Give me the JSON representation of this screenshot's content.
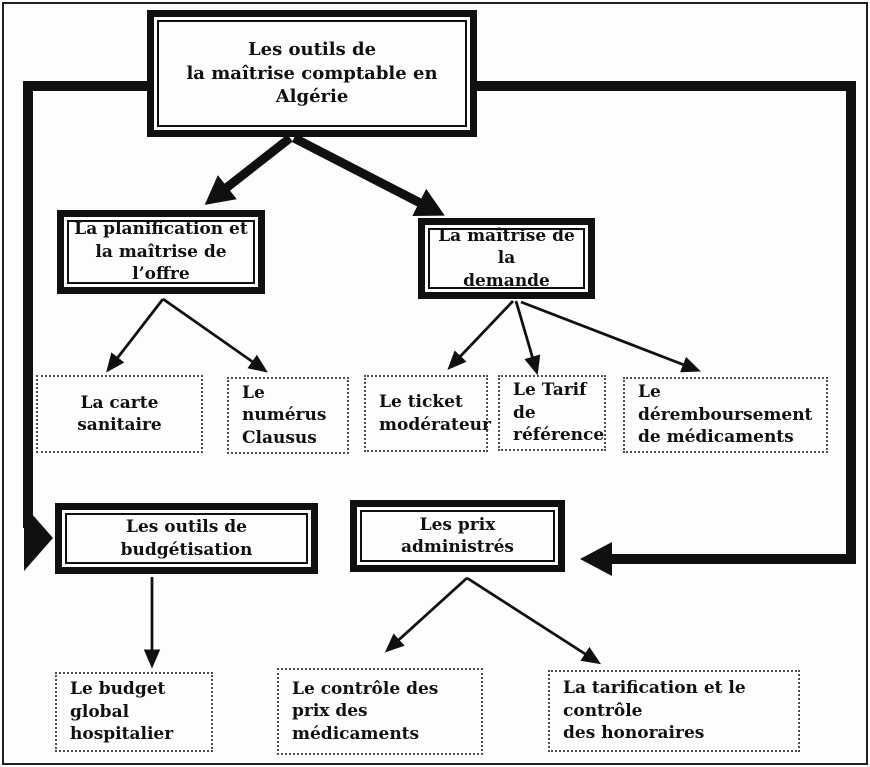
{
  "diagram": {
    "nodes": {
      "root": {
        "label": "Les outils de\nla maîtrise comptable en Algérie"
      },
      "planification": {
        "label": "La planification et\nla maîtrise de l’offre"
      },
      "demande": {
        "label": "La maîtrise de la\ndemande"
      },
      "carte": {
        "label": "La carte sanitaire"
      },
      "numerus": {
        "label": "Le numérus\nClausus"
      },
      "ticket": {
        "label": "Le ticket\nmodérateur"
      },
      "tarif": {
        "label": "Le Tarif de\nréférence"
      },
      "deremboursement": {
        "label": "Le déremboursement\nde médicaments"
      },
      "budgetisation": {
        "label": "Les outils de budgétisation"
      },
      "prix": {
        "label": "Les prix administrés"
      },
      "budget_global": {
        "label": "Le budget\nglobal\nhospitalier"
      },
      "controle_prix": {
        "label": "Le contrôle des\nprix des médicaments"
      },
      "tarification": {
        "label": "La tarification et le contrôle\ndes honoraires"
      }
    },
    "edges": [
      {
        "from": "root",
        "to": "planification",
        "style": "thick"
      },
      {
        "from": "root",
        "to": "demande",
        "style": "thick"
      },
      {
        "from": "root",
        "to": "budgetisation",
        "style": "thick-routed-left"
      },
      {
        "from": "root",
        "to": "prix",
        "style": "thick-routed-right"
      },
      {
        "from": "planification",
        "to": "carte",
        "style": "thin"
      },
      {
        "from": "planification",
        "to": "numerus",
        "style": "thin"
      },
      {
        "from": "demande",
        "to": "ticket",
        "style": "thin"
      },
      {
        "from": "demande",
        "to": "tarif",
        "style": "thin"
      },
      {
        "from": "demande",
        "to": "deremboursement",
        "style": "thin"
      },
      {
        "from": "budgetisation",
        "to": "budget_global",
        "style": "thin"
      },
      {
        "from": "prix",
        "to": "controle_prix",
        "style": "thin"
      },
      {
        "from": "prix",
        "to": "tarification",
        "style": "thin"
      }
    ],
    "colors": {
      "ink": "#101010",
      "background": "#fdfdfd"
    }
  }
}
